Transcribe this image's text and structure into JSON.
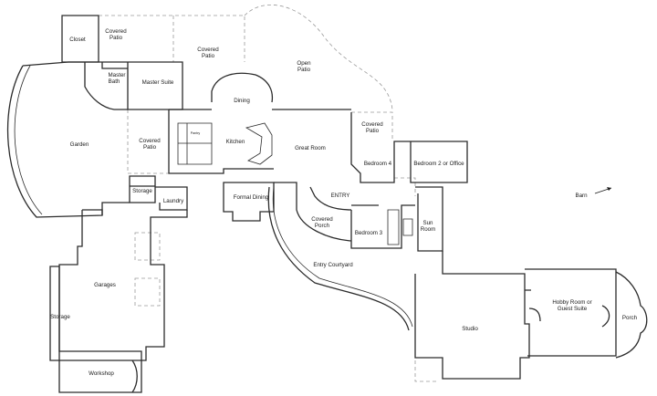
{
  "rooms": {
    "closet": "Closet",
    "covered_patio_top_1": "Covered",
    "covered_patio_top_2": "Patio",
    "covered_patio_mid_1": "Covered",
    "covered_patio_mid_2": "Patio",
    "master_bath_1": "Master",
    "master_bath_2": "Bath",
    "master_suite": "Master Suite",
    "open_patio_1": "Open",
    "open_patio_2": "Patio",
    "dining": "Dining",
    "garden": "Garden",
    "covered_patio_left_1": "Covered",
    "covered_patio_left_2": "Patio",
    "pantry": "Pantry",
    "kitchen": "Kitchen",
    "great_room": "Great Room",
    "covered_patio_right_1": "Covered",
    "covered_patio_right_2": "Patio",
    "bedroom_4": "Bedroom 4",
    "bedroom_2": "Bedroom 2 or Office",
    "storage_upper": "Storage",
    "laundry": "Laundry",
    "formal_dining": "Formal Dining",
    "entry": "ENTRY",
    "barn": "Barn",
    "covered_porch_1": "Covered",
    "covered_porch_2": "Porch",
    "bedroom_3": "Bedroom 3",
    "sun_room_1": "Sun",
    "sun_room_2": "Room",
    "entry_courtyard": "Entry Courtyard",
    "garages": "Garages",
    "storage_lower": "Storage",
    "hobby_room_1": "Hobby Room or",
    "hobby_room_2": "Guest Suite",
    "porch": "Porch",
    "studio": "Studio",
    "workshop": "Workshop"
  },
  "icons": {
    "barn_arrow": "arrow-right-icon"
  },
  "colors": {
    "wall": "#2b2b2b",
    "dashed": "#9a9a9a"
  }
}
